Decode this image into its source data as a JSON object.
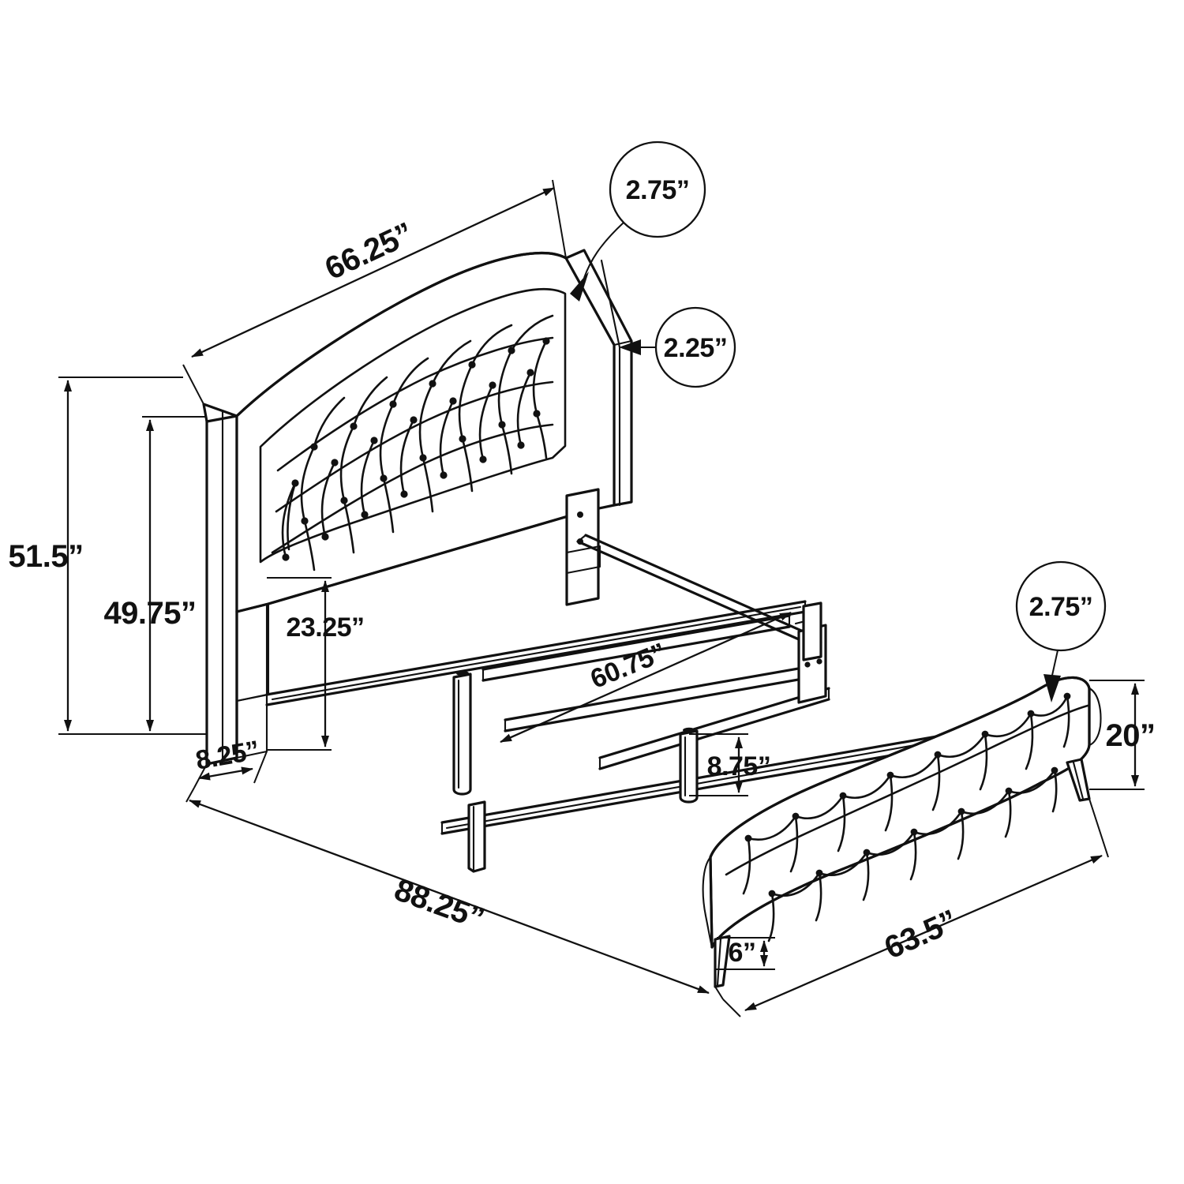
{
  "drawing": {
    "subject": "upholstered tufted platform bed",
    "view": "isometric exploded dimension drawing",
    "units": "inches",
    "line_color": "#111111",
    "background_color": "#ffffff"
  },
  "dimensions": {
    "headboard_width": "66.25”",
    "overall_height": "51.5”",
    "headboard_panel_height": "49.75”",
    "underbed_clearance_to_panel": "23.25”",
    "headboard_depth": "8.25”",
    "center_slat_length": "60.75”",
    "center_leg_height": "8.75”",
    "overall_length": "88.25”",
    "footboard_height": "20”",
    "footboard_leg_height": "6”",
    "overall_width": "63.5”"
  },
  "callouts": {
    "headboard_top_thickness": "2.75”",
    "headboard_wing_thickness": "2.25”",
    "footboard_top_thickness": "2.75”"
  },
  "labels": {
    "d_66_25": "66.25”",
    "d_51_5": "51.5”",
    "d_49_75": "49.75”",
    "d_23_25": "23.25”",
    "d_8_25": "8.25”",
    "d_60_75": "60.75”",
    "d_8_75": "8.75”",
    "d_88_25": "88.25”",
    "d_20": "20”",
    "d_6": "6”",
    "d_63_5": "63.5”",
    "c_275_top": "2.75”",
    "c_225_wing": "2.25”",
    "c_275_foot": "2.75”"
  },
  "parts": [
    "headboard-panel",
    "headboard-left-wing",
    "headboard-right-wing",
    "headboard-leg-left",
    "side-rail-left",
    "side-rail-right",
    "center-support-rail",
    "cross-slat-front",
    "cross-slat-rear",
    "center-leg-front",
    "center-leg-rear",
    "bracket-plate",
    "footboard-panel",
    "footboard-leg-left",
    "footboard-leg-right"
  ]
}
